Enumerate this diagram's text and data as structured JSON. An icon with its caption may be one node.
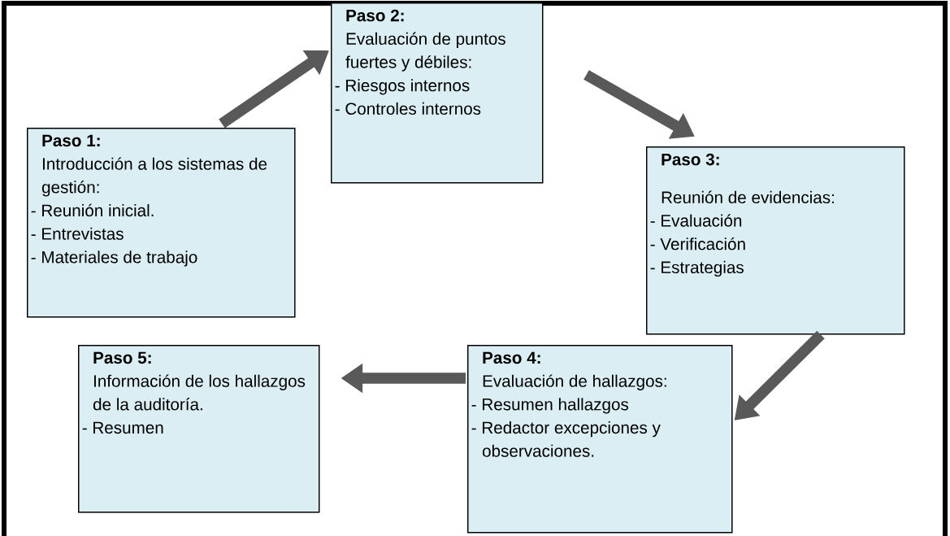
{
  "diagram": {
    "nodes": [
      {
        "text": [
          "Paso 1:",
          "Introducción a los sistemas de gestión:",
          "- Reunión inicial.",
          "- Entrevistas",
          "- Materiales de trabajo"
        ]
      },
      {
        "text": [
          "Paso 2:",
          "Evaluación de puntos fuertes y débiles:",
          "- Riesgos internos",
          "- Controles internos"
        ]
      },
      {
        "text": [
          "Paso 3:",
          "Reunión de evidencias:",
          "- Evaluación",
          "- Verificación",
          "- Estrategias"
        ]
      },
      {
        "text": [
          "Paso 4:",
          "Evaluación de hallazgos:",
          "- Resumen hallazgos",
          "- Redactor excepciones y observaciones."
        ]
      },
      {
        "text": [
          "Paso 5:",
          "Información de los hallazgos de la auditoría.",
          "- Resumen"
        ]
      }
    ],
    "edges": [
      {
        "from": 0,
        "to": 1,
        "arrow": "to"
      },
      {
        "from": 1,
        "to": 2,
        "arrow": "to"
      },
      {
        "from": 2,
        "to": 3,
        "arrow": "to"
      },
      {
        "from": 3,
        "to": 4,
        "arrow": "to"
      }
    ]
  }
}
